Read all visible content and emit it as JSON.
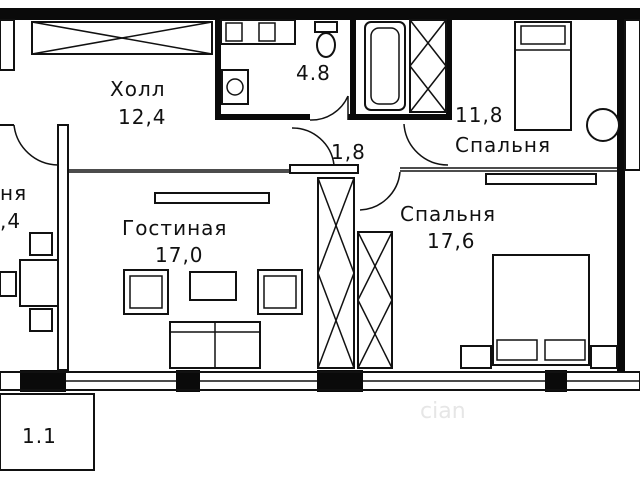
{
  "plan": {
    "rooms": [
      {
        "id": "hall",
        "name": "Холл",
        "area": "12,4"
      },
      {
        "id": "bathroom",
        "name": "",
        "area": "4.8"
      },
      {
        "id": "corridor",
        "name": "",
        "area": "1,8"
      },
      {
        "id": "bedroom_small",
        "name": "Спальня",
        "area": "11,8"
      },
      {
        "id": "living",
        "name": "Гостиная",
        "area": "17,0"
      },
      {
        "id": "bedroom_big",
        "name": "Спальня",
        "area": "17,6"
      },
      {
        "id": "bedroom_left_partial",
        "name": "ня",
        "area": ",4"
      },
      {
        "id": "balcony",
        "name": "",
        "area": "1.1"
      }
    ],
    "colors": {
      "wall": "#0a0a0a",
      "line": "#111111",
      "background": "#ffffff"
    },
    "watermark": "cian"
  }
}
